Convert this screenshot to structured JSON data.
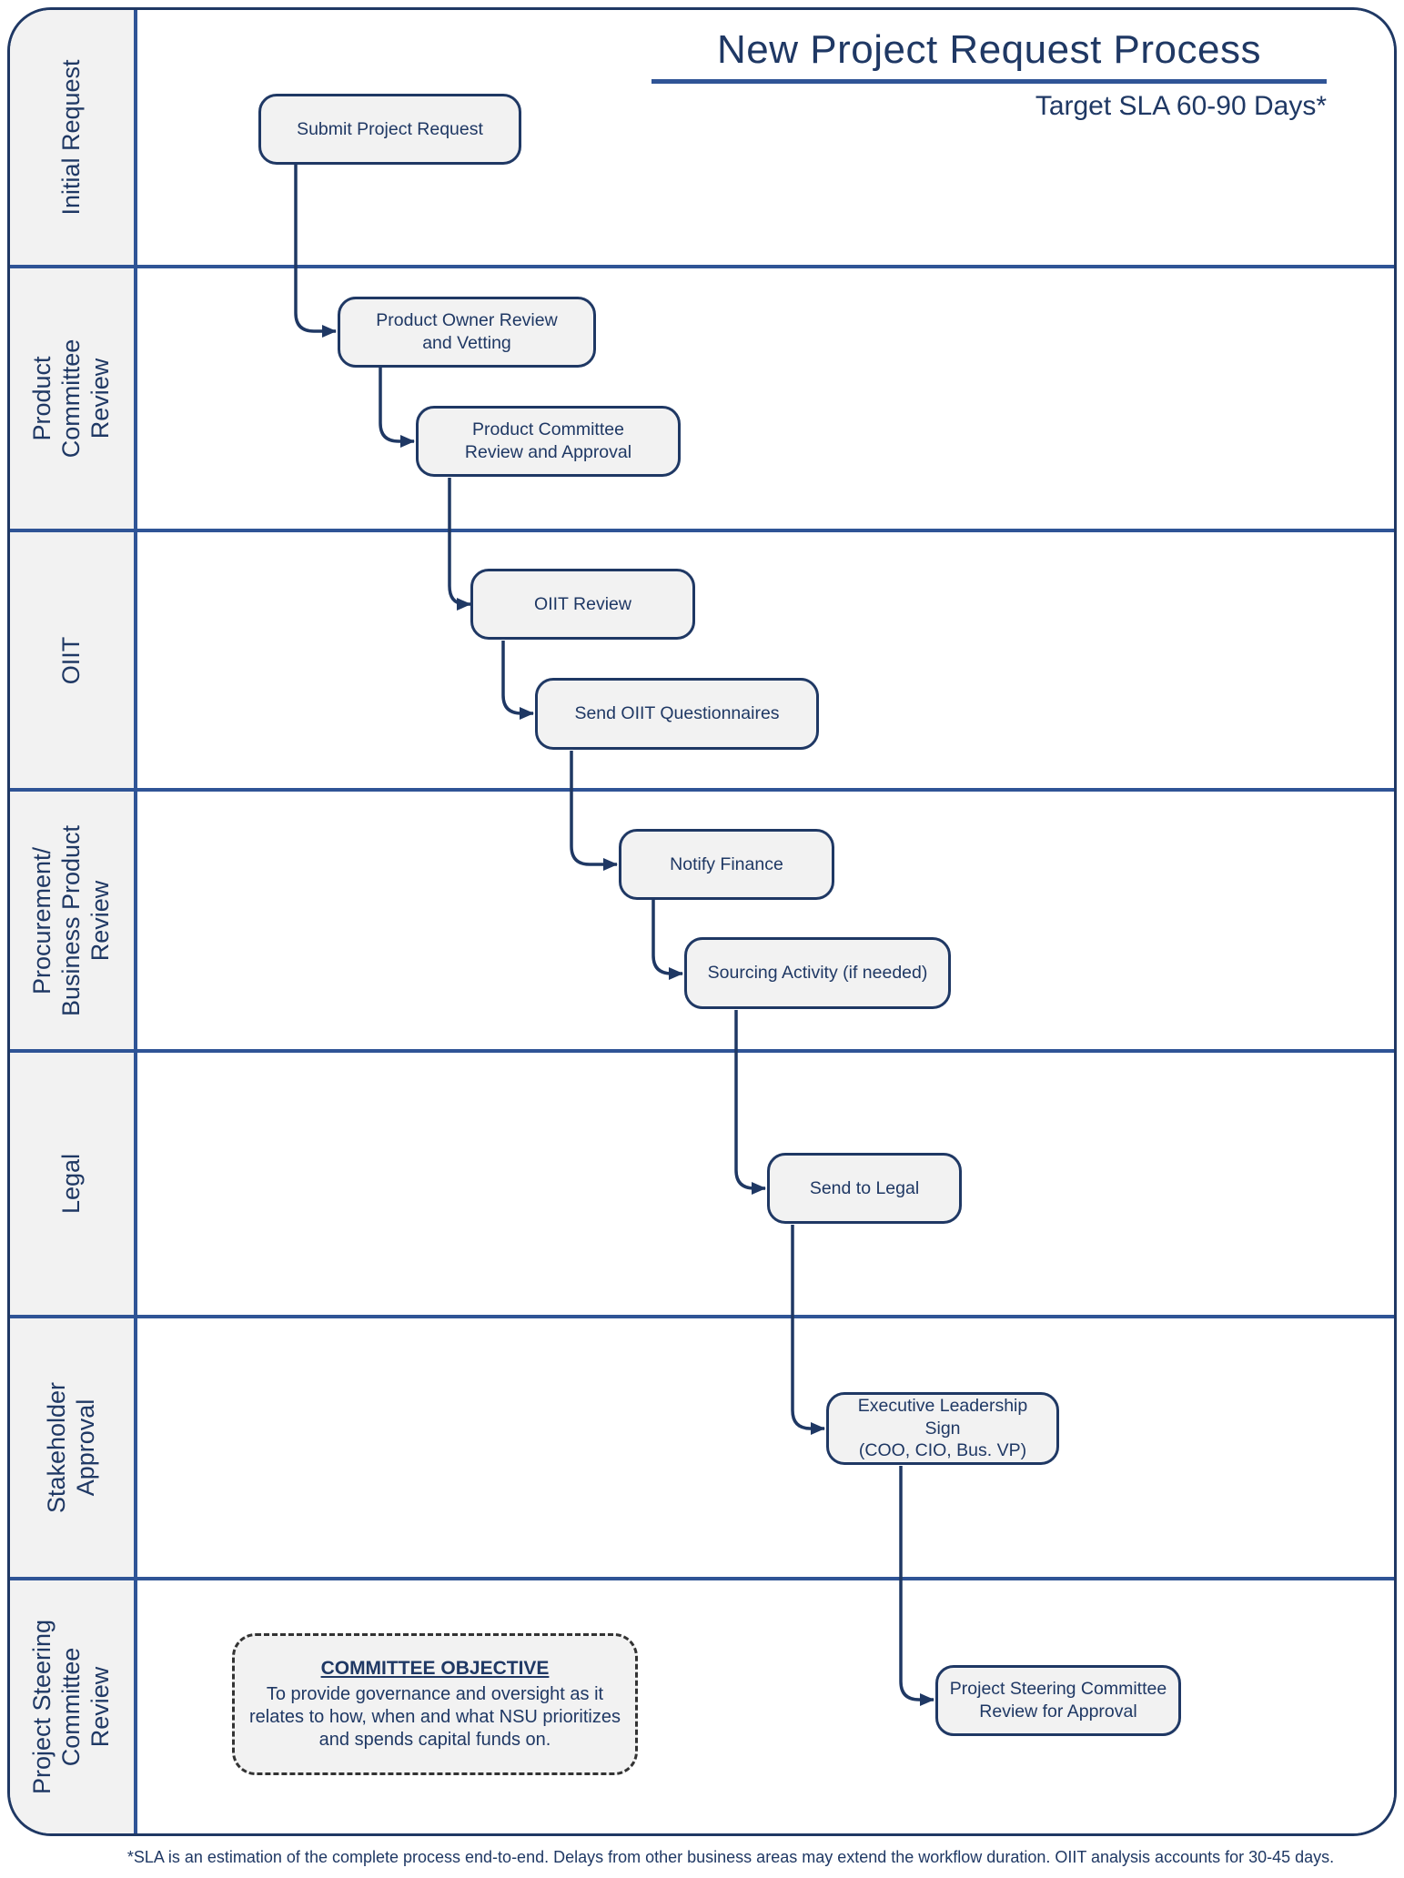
{
  "title": "New Project Request Process",
  "subtitle": "Target SLA 60-90 Days*",
  "footnote": "*SLA is an estimation of the complete process end-to-end. Delays from other business areas may extend the workflow duration. OIIT analysis accounts  for 30-45 days.",
  "colors": {
    "navy": "#1F3864",
    "separator_blue": "#2F5496",
    "lane_label_bg": "#F2F2F2",
    "node_fill": "#F2F2F2",
    "content_bg": "#FFFFFF"
  },
  "lanes": [
    {
      "label": "Initial Request"
    },
    {
      "label": "Product\nCommittee\nReview"
    },
    {
      "label": "OIIT"
    },
    {
      "label": "Procurement/\nBusiness Product\nReview"
    },
    {
      "label": "Legal"
    },
    {
      "label": "Stakeholder\nApproval"
    },
    {
      "label": "Project Steering\nCommittee\nReview"
    }
  ],
  "nodes": [
    {
      "id": "submit-project-request",
      "label": "Submit Project Request"
    },
    {
      "id": "product-owner-review",
      "label": "Product Owner Review\nand Vetting"
    },
    {
      "id": "product-committee-review",
      "label": "Product Committee\nReview and Approval"
    },
    {
      "id": "oiit-review",
      "label": "OIIT Review"
    },
    {
      "id": "send-oiit-questionnaires",
      "label": "Send OIIT Questionnaires"
    },
    {
      "id": "notify-finance",
      "label": "Notify Finance"
    },
    {
      "id": "sourcing-activity",
      "label": "Sourcing Activity (if needed)"
    },
    {
      "id": "send-to-legal",
      "label": "Send to Legal"
    },
    {
      "id": "executive-leadership-sign",
      "label": "Executive Leadership Sign\n(COO, CIO, Bus. VP)"
    },
    {
      "id": "steering-committee-review",
      "label": "Project Steering Committee\nReview for Approval"
    }
  ],
  "objective": {
    "title": "COMMITTEE OBJECTIVE",
    "body": "To provide governance and oversight as it\nrelates to how, when and what NSU prioritizes\nand spends capital funds on."
  }
}
